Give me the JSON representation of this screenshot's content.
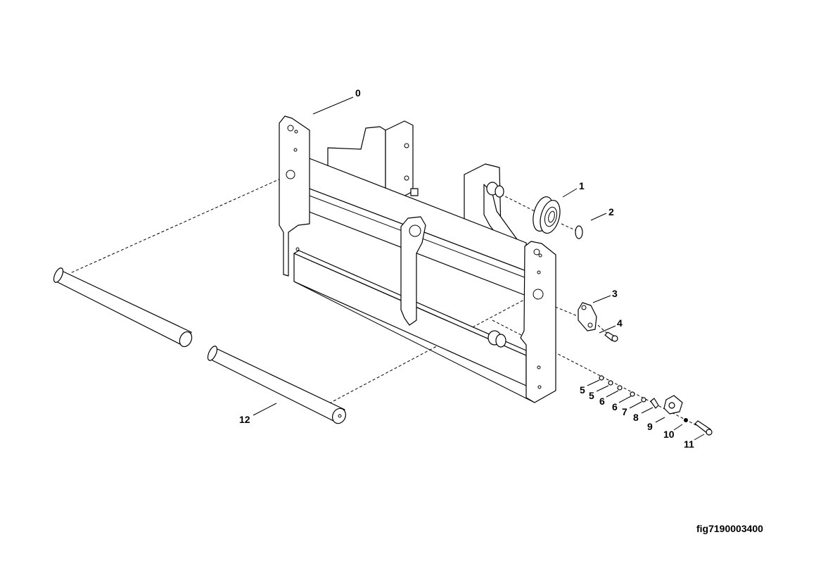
{
  "diagram": {
    "figure_id": "fig7190003400",
    "callouts": [
      "0",
      "1",
      "2",
      "3",
      "4",
      "5",
      "5",
      "6",
      "6",
      "7",
      "8",
      "9",
      "10",
      "11",
      "12"
    ]
  }
}
